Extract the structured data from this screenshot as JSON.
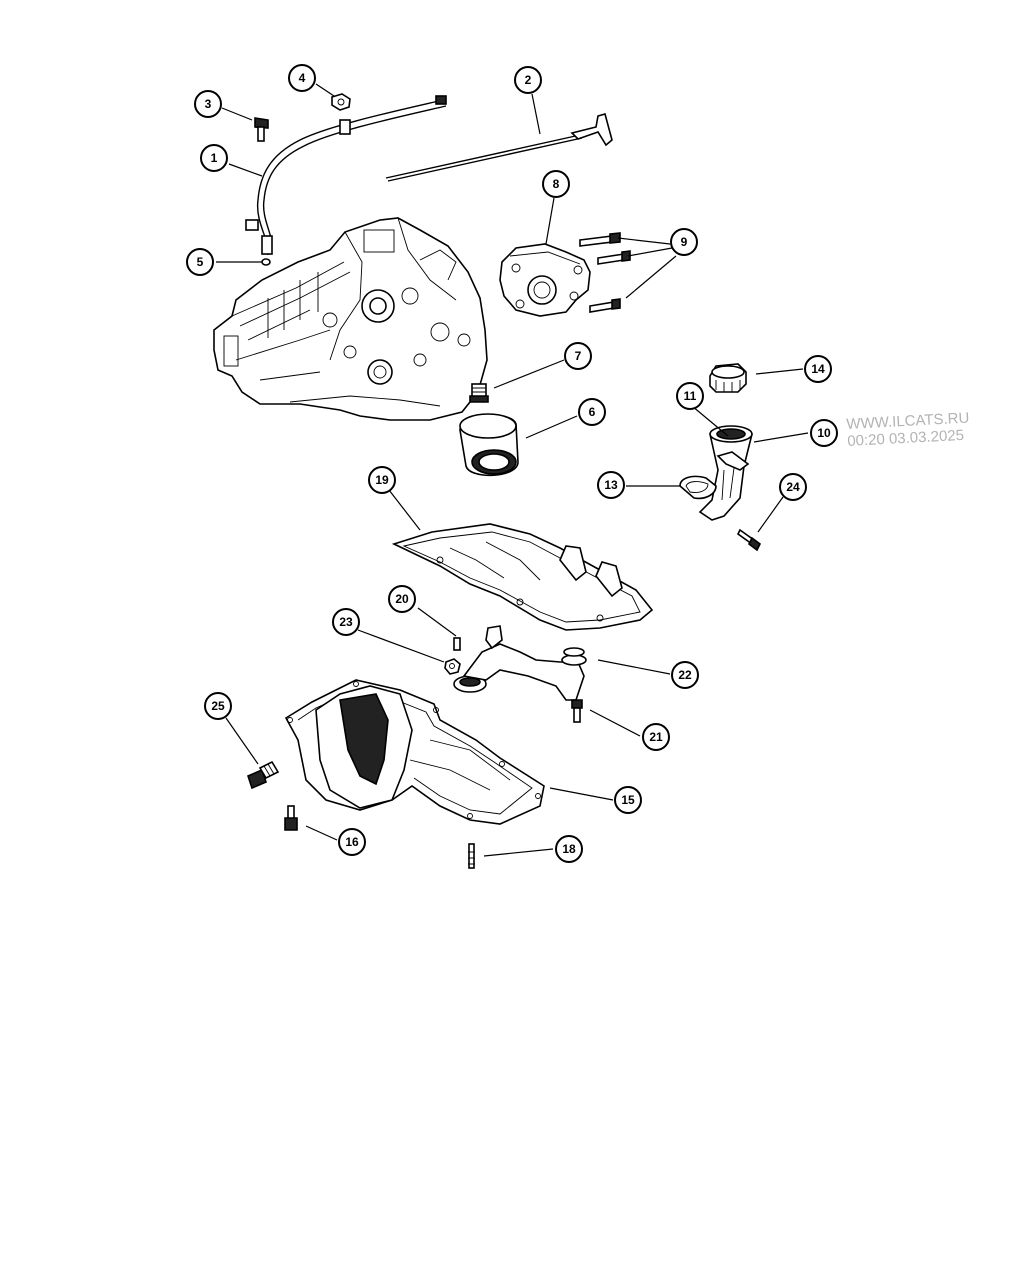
{
  "watermark": {
    "site": "WWW.ILCATS.RU",
    "timestamp": "00:20 03.03.2025"
  },
  "callouts": [
    "1",
    "2",
    "3",
    "4",
    "5",
    "6",
    "7",
    "8",
    "9",
    "10",
    "11",
    "13",
    "14",
    "15",
    "16",
    "18",
    "19",
    "20",
    "21",
    "22",
    "23",
    "24",
    "25"
  ]
}
